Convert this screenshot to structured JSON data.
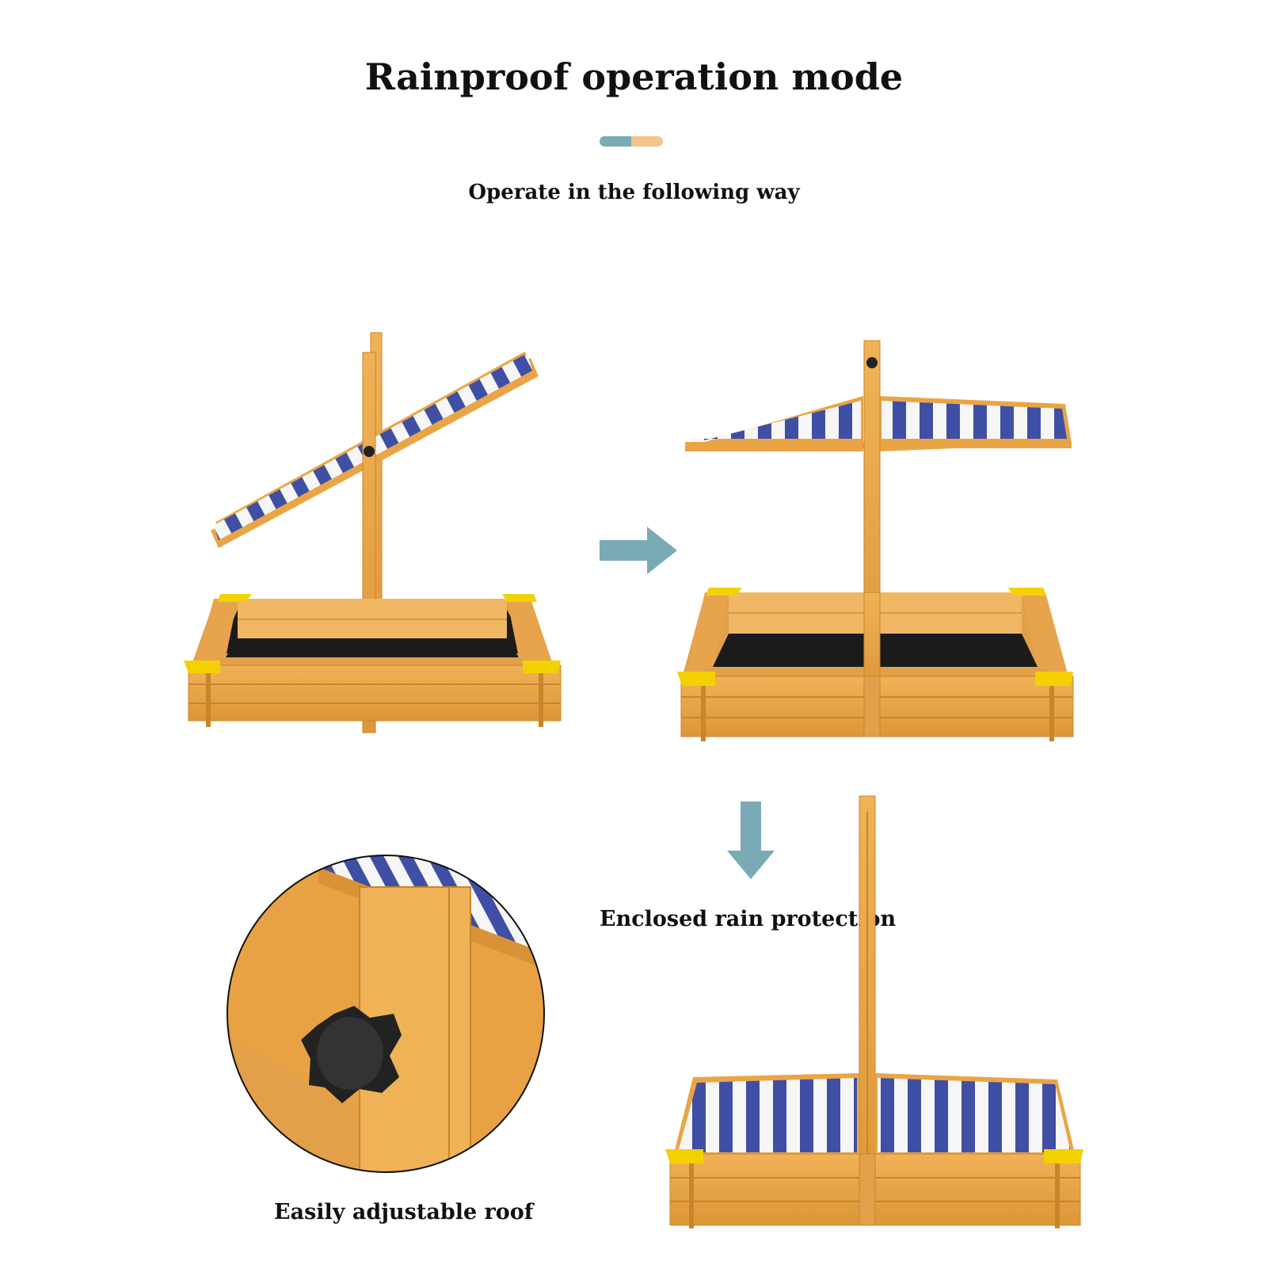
{
  "header": {
    "title": "Rainproof operation mode",
    "subtitle": "Operate in the following way"
  },
  "steps": {
    "enclosed_caption": "Enclosed rain protection",
    "adjustable_caption": "Easily adjustable roof"
  },
  "icons": [
    "arrow-right-icon",
    "arrow-down-icon",
    "roof-knob-icon"
  ],
  "colors": {
    "accent_blue": "#7aaab6",
    "accent_peach": "#f5c48a",
    "wood": "#e9a545",
    "wood_dark": "#c8852a",
    "stripe_blue": "#3f4fa6",
    "corner_yellow": "#f3d100",
    "sand_black": "#1b1b1b"
  }
}
